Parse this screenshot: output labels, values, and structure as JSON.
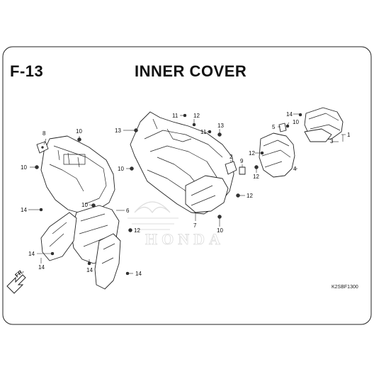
{
  "header": {
    "figure_code": "F-13",
    "title": "INNER COVER"
  },
  "drawing_code": "K2SBF1300",
  "front_marker": "FR.",
  "watermark_text": "HONDA",
  "callouts": {
    "p1": "1",
    "p2": "2",
    "p3": "3",
    "p4": "4",
    "p5": "5",
    "p6": "6",
    "p7": "7",
    "p8": "8",
    "p9": "9",
    "p10a": "10",
    "p10b": "10",
    "p10c": "10",
    "p10d": "10",
    "p10e": "10",
    "p10f": "10",
    "p11a": "11",
    "p11b": "11",
    "p12a": "12",
    "p12b": "12",
    "p12c": "12",
    "p12d": "12",
    "p12e": "12",
    "p13a": "13",
    "p13b": "13",
    "p14a": "14",
    "p14b": "14",
    "p14c": "14",
    "p14d": "14",
    "p14e": "14"
  },
  "colors": {
    "line": "#222222",
    "background": "#ffffff",
    "watermark": "#dddddd"
  }
}
